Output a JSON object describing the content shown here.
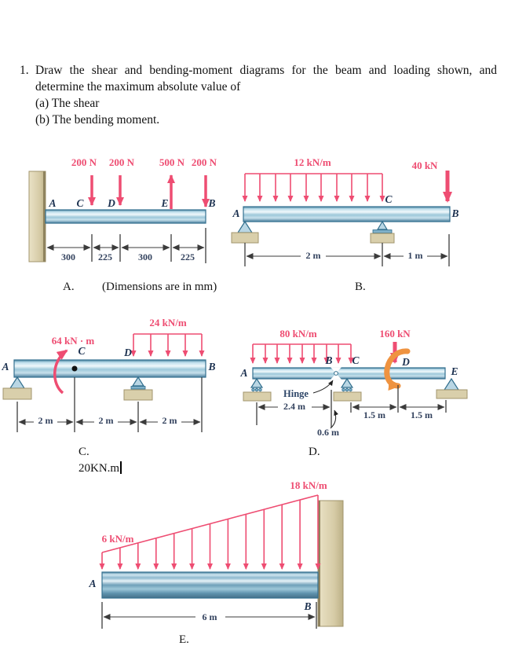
{
  "problem": {
    "number": "1.",
    "line1": "Draw the shear and bending-moment diagrams for the beam and loading shown, and",
    "line2": "determine the maximum absolute value of",
    "item_a": "(a) The shear",
    "item_b": "(b) The bending moment."
  },
  "captions": {
    "a": "A.",
    "a_note": "(Dimensions are in mm)",
    "b": "B.",
    "c": "C.",
    "d": "D.",
    "e": "E."
  },
  "answer_text": "20KN.m",
  "colors": {
    "load_accent": "#ee4d72",
    "beam_fill": "#a9cfe0",
    "beam_stroke": "#34708f",
    "support_tan": "#d9cfab",
    "moment_orange": "#ef9340"
  },
  "diagram_a": {
    "loads": [
      "200 N",
      "200 N",
      "500 N",
      "200 N"
    ],
    "points": {
      "a": "A",
      "c": "C",
      "d": "D",
      "e": "E",
      "b": "B"
    },
    "dims": [
      "300",
      "225",
      "300",
      "225"
    ]
  },
  "diagram_b": {
    "dist_load": "12 kN/m",
    "point_load": "40 kN",
    "points": {
      "a": "A",
      "c": "C",
      "b": "B"
    },
    "dims": [
      "2 m",
      "1 m"
    ]
  },
  "diagram_c": {
    "moment": "64 kN · m",
    "dist_load": "24 kN/m",
    "points": {
      "a": "A",
      "c": "C",
      "d": "D",
      "b": "B"
    },
    "dims": [
      "2 m",
      "2 m",
      "2 m"
    ]
  },
  "diagram_d": {
    "dist_load": "80 kN/m",
    "point_load": "160 kN",
    "hinge": "Hinge",
    "points": {
      "a": "A",
      "b": "B",
      "c": "C",
      "d": "D",
      "e": "E"
    },
    "dims": [
      "2.4 m",
      "0.6 m",
      "1.5 m",
      "1.5 m"
    ]
  },
  "diagram_e": {
    "load_left": "6 kN/m",
    "load_right": "18 kN/m",
    "points": {
      "a": "A",
      "b": "B"
    },
    "dim": "6 m"
  }
}
